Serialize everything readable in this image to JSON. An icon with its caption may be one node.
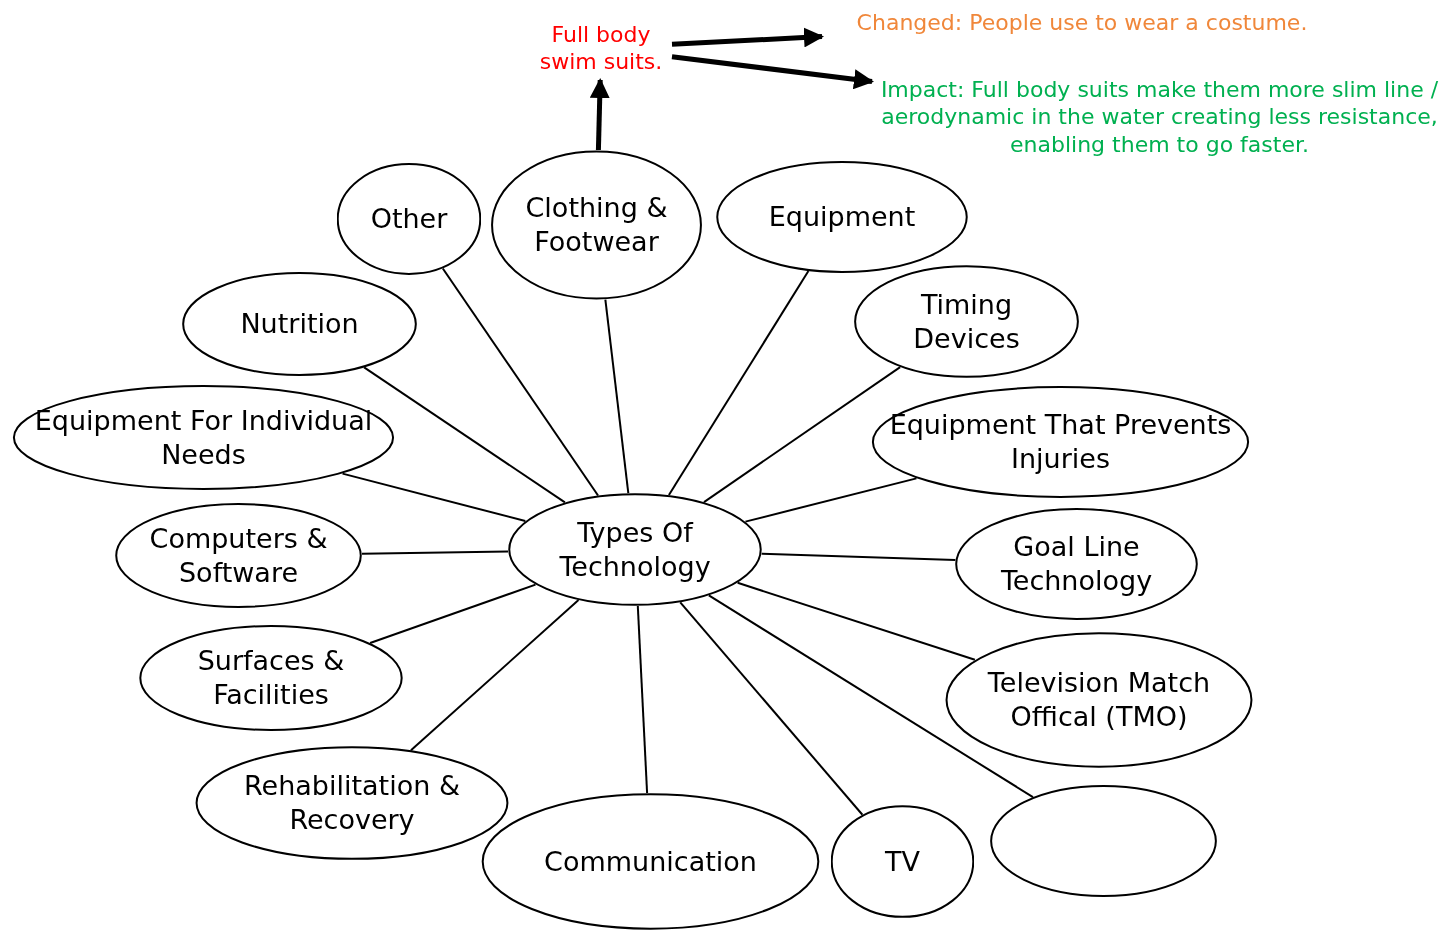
{
  "diagram": {
    "nodes": [
      {
        "text": [
          "Full body swim suits."
        ]
      },
      {
        "text": [
          "Changed: People use to wear a costume."
        ]
      },
      {
        "text": [
          "Impact: Full body suits make them more slim line / aerodynamic in the water creating less resistance, enabling them to go faster."
        ]
      },
      {
        "text": [
          "Other"
        ]
      },
      {
        "text": [
          "Clothing & Footwear"
        ]
      },
      {
        "text": [
          "Equipment"
        ]
      },
      {
        "text": [
          "Nutrition"
        ]
      },
      {
        "text": [
          "Timing Devices"
        ]
      },
      {
        "text": [
          "Equipment For Individual Needs"
        ]
      },
      {
        "text": [
          "Equipment That Prevents Injuries"
        ]
      },
      {
        "text": [
          "Types Of Technology"
        ]
      },
      {
        "text": [
          "Computers & Software"
        ]
      },
      {
        "text": [
          "Goal Line Technology"
        ]
      },
      {
        "text": [
          "Surfaces & Facilities"
        ]
      },
      {
        "text": [
          "Television Match Offical (TMO)"
        ]
      },
      {
        "text": [
          "Rehabilitation & Recovery"
        ]
      },
      {
        "text": [
          "Communication"
        ]
      },
      {
        "text": [
          "TV"
        ]
      },
      {
        "text": [],
        "shape": "ellipse"
      }
    ],
    "edges": [
      {
        "from": 4,
        "to": 0,
        "arrow": "to",
        "style": "thick"
      },
      {
        "from": 0,
        "to": 1,
        "arrow": "to",
        "style": "thick"
      },
      {
        "from": 0,
        "to": 2,
        "arrow": "to",
        "style": "thick"
      },
      {
        "from": 10,
        "to": 3,
        "arrow": "none"
      },
      {
        "from": 10,
        "to": 4,
        "arrow": "none"
      },
      {
        "from": 10,
        "to": 5,
        "arrow": "none"
      },
      {
        "from": 10,
        "to": 6,
        "arrow": "none"
      },
      {
        "from": 10,
        "to": 7,
        "arrow": "none"
      },
      {
        "from": 10,
        "to": 8,
        "arrow": "none"
      },
      {
        "from": 10,
        "to": 9,
        "arrow": "none"
      },
      {
        "from": 10,
        "to": 11,
        "arrow": "none"
      },
      {
        "from": 10,
        "to": 12,
        "arrow": "none"
      },
      {
        "from": 10,
        "to": 13,
        "arrow": "none"
      },
      {
        "from": 10,
        "to": 14,
        "arrow": "none"
      },
      {
        "from": 10,
        "to": 15,
        "arrow": "none"
      },
      {
        "from": 10,
        "to": 16,
        "arrow": "none"
      },
      {
        "from": 10,
        "to": 17,
        "arrow": "none"
      },
      {
        "from": 10,
        "to": 18,
        "arrow": "none"
      }
    ]
  }
}
